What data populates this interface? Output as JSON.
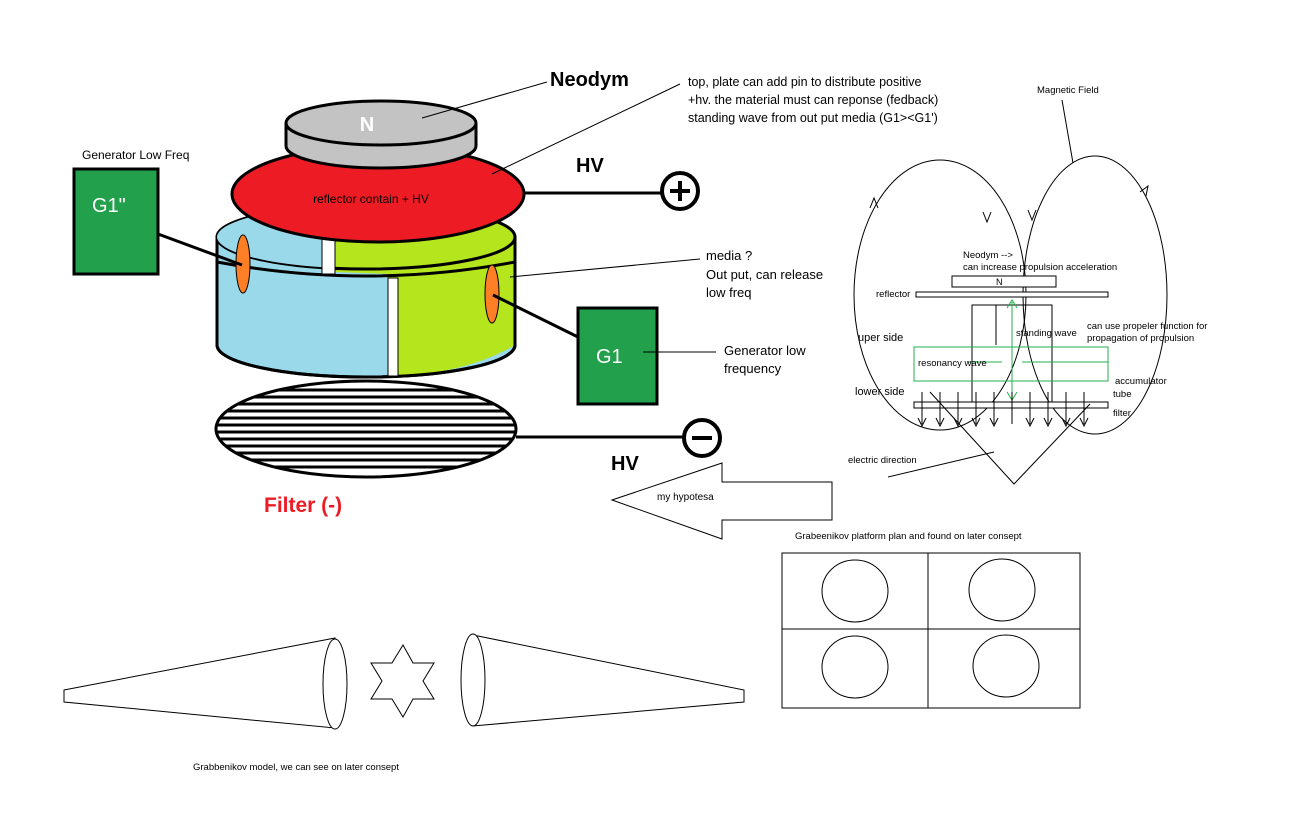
{
  "colors": {
    "red": "#ed1c24",
    "green": "#22a04b",
    "light_blue": "#99d9ea",
    "lime": "#b5e61d",
    "orange": "#ff7f27",
    "grey": "#c3c3c3",
    "teal_green": "#22b14c"
  },
  "device": {
    "neodym_label": "Neodym",
    "magnet_letter": "N",
    "top_note": [
      "top, plate can add pin to distribute positive",
      "+hv. the material must can reponse (fedback)",
      "standing wave from out put media (G1><G1')"
    ],
    "hv_top": "HV",
    "reflector_label": "reflector contain + HV",
    "generator_left_title": "Generator Low Freq",
    "generator_left_label": "G1\"",
    "media_note": [
      "media ?",
      "Out put, can release",
      "low freq"
    ],
    "generator_right_label": "G1",
    "generator_right_note": [
      "Generator low",
      "frequency"
    ],
    "hv_bottom": "HV",
    "filter_label": "Filter (-)",
    "plus_icon": "plus-terminal",
    "minus_icon": "minus-terminal"
  },
  "hypothesis_arrow": {
    "label": "my hypotesa"
  },
  "field_diagram": {
    "magnetic_field": "Magnetic Field",
    "neodym_note": [
      "Neodym -->",
      "can increase propulsion acceleration"
    ],
    "magnet_letter": "N",
    "reflector": "reflector",
    "uper_side": "uper side",
    "standing_wave": "standing wave",
    "propeller_note": [
      "can use propeler function for",
      "propagation of propulsion"
    ],
    "resonancy_wave": "resonancy wave",
    "lower_side": "lower side",
    "accumulator_tube": [
      "accumulator",
      "tube"
    ],
    "filter": "filter",
    "electric_direction": "electric direction"
  },
  "platform": {
    "caption": "Grabeenikov platform plan and found on later consept",
    "cells": 4
  },
  "model": {
    "caption": "Grabbenikov model, we can see on later consept"
  }
}
